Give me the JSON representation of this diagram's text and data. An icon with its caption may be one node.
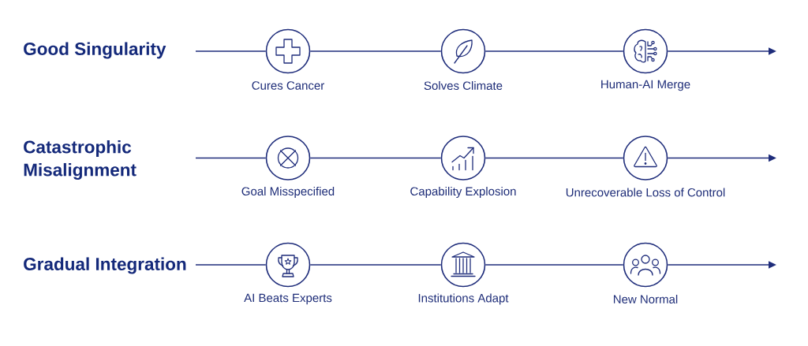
{
  "diagram": {
    "nodes": [
      {
        "text": [],
        "shape": "circle",
        "beside": [
          "Cures Cancer"
        ]
      },
      {
        "text": [],
        "shape": "circle",
        "beside": [
          "Solves Climate"
        ]
      },
      {
        "text": [],
        "shape": "circle",
        "beside": [
          "Human-AI Merge"
        ]
      },
      {
        "text": [],
        "shape": "circle",
        "beside": [
          "Goal Misspecified"
        ]
      },
      {
        "text": [],
        "shape": "circle",
        "beside": [
          "Capability Explosion"
        ]
      },
      {
        "text": [],
        "shape": "circle",
        "beside": [
          "Unrecoverable Loss of Control"
        ]
      },
      {
        "text": [],
        "shape": "circle",
        "beside": [
          "AI Beats Experts"
        ]
      },
      {
        "text": [],
        "shape": "circle",
        "beside": [
          "Institutions Adapt"
        ]
      },
      {
        "text": [],
        "shape": "circle",
        "beside": [
          "New Normal"
        ]
      }
    ],
    "edges": [
      {
        "from": null,
        "to": 0,
        "arrow": "none"
      },
      {
        "from": 0,
        "to": 1,
        "arrow": "none"
      },
      {
        "from": 1,
        "to": 2,
        "arrow": "none"
      },
      {
        "from": 2,
        "to": null,
        "arrow": "to"
      },
      {
        "from": null,
        "to": 3,
        "arrow": "none"
      },
      {
        "from": 3,
        "to": 4,
        "arrow": "none"
      },
      {
        "from": 4,
        "to": 5,
        "arrow": "none"
      },
      {
        "from": 5,
        "to": null,
        "arrow": "to"
      },
      {
        "from": null,
        "to": 6,
        "arrow": "none"
      },
      {
        "from": 6,
        "to": 7,
        "arrow": "none"
      },
      {
        "from": 7,
        "to": 8,
        "arrow": "none"
      },
      {
        "from": 8,
        "to": null,
        "arrow": "to"
      }
    ],
    "labels": [
      "Good Singularity",
      "Catastrophic Misalignment",
      "Gradual Integration"
    ]
  }
}
